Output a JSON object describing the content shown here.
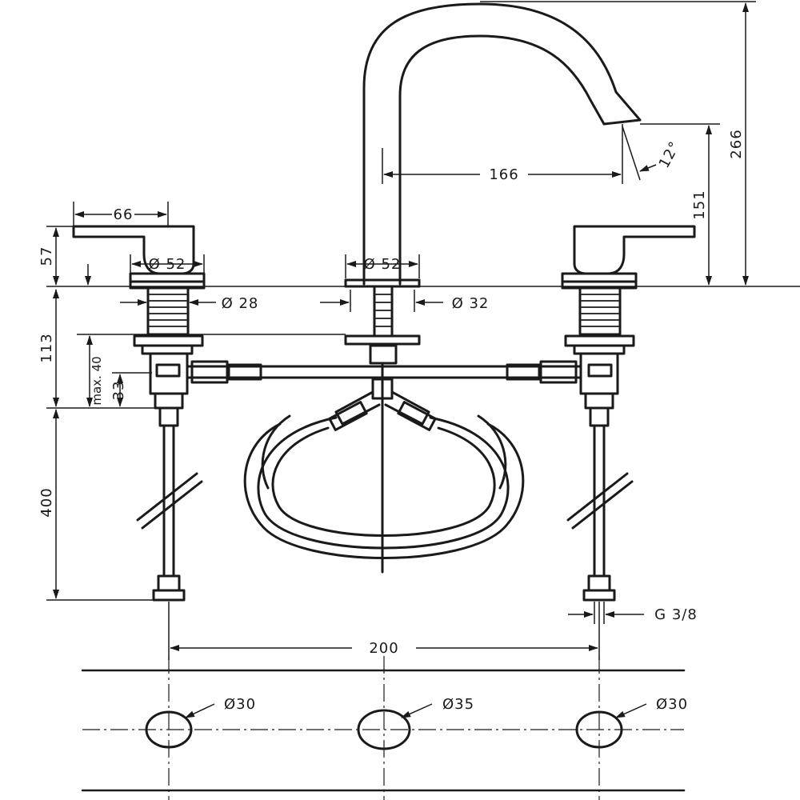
{
  "dimensions": {
    "handle_width": "66",
    "handle_height": "57",
    "handle_base_diameter": "Ø 52",
    "spout_base_diameter": "Ø 52",
    "shank_left_diameter": "Ø 28",
    "shank_center_diameter": "Ø 32",
    "spout_reach": "166",
    "spray_angle": "12°",
    "spout_outlet_height": "151",
    "total_height": "266",
    "max_deck_thickness": "max. 40",
    "valve_body_height": "33",
    "shank_length": "113",
    "supply_hose_length": "400",
    "connection_thread": "G 3/8",
    "handle_spacing": "200",
    "hole_left": "Ø30",
    "hole_center": "Ø35",
    "hole_right": "Ø30"
  }
}
